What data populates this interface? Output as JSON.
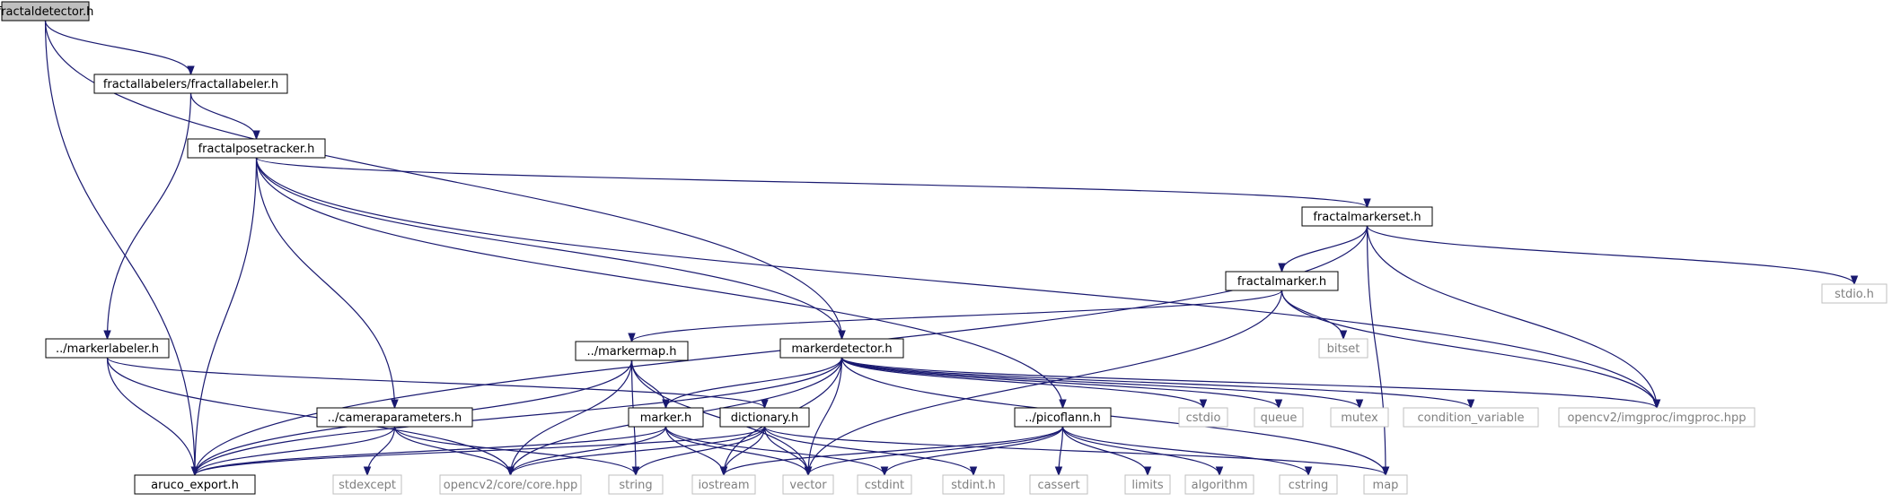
{
  "diagram": {
    "colors": {
      "edge": "#191970",
      "local_border": "#000000",
      "system_border": "#bfbfbf",
      "system_text": "#7f7f7f",
      "root_fill": "#bfbfbf"
    },
    "nodes": [
      {
        "id": "fractaldetector",
        "label": "fractaldetector.h",
        "kind": "root"
      },
      {
        "id": "fractallabeler",
        "label": "fractallabelers/fractallabeler.h",
        "kind": "local"
      },
      {
        "id": "fractalposetracker",
        "label": "fractalposetracker.h",
        "kind": "local"
      },
      {
        "id": "fractalmarkerset",
        "label": "fractalmarkerset.h",
        "kind": "local"
      },
      {
        "id": "stdio",
        "label": "stdio.h",
        "kind": "system"
      },
      {
        "id": "fractalmarker",
        "label": "fractalmarker.h",
        "kind": "local"
      },
      {
        "id": "bitset",
        "label": "bitset",
        "kind": "system"
      },
      {
        "id": "markerlabeler",
        "label": "../markerlabeler.h",
        "kind": "local"
      },
      {
        "id": "markermap",
        "label": "../markermap.h",
        "kind": "local"
      },
      {
        "id": "markerdetector",
        "label": "markerdetector.h",
        "kind": "local"
      },
      {
        "id": "cameraparameters",
        "label": "../cameraparameters.h",
        "kind": "local"
      },
      {
        "id": "marker",
        "label": "marker.h",
        "kind": "local"
      },
      {
        "id": "dictionary",
        "label": "dictionary.h",
        "kind": "local"
      },
      {
        "id": "picoflann",
        "label": "../picoflann.h",
        "kind": "local"
      },
      {
        "id": "cstdio",
        "label": "cstdio",
        "kind": "system"
      },
      {
        "id": "queue",
        "label": "queue",
        "kind": "system"
      },
      {
        "id": "mutex",
        "label": "mutex",
        "kind": "system"
      },
      {
        "id": "condition_variable",
        "label": "condition_variable",
        "kind": "system"
      },
      {
        "id": "imgproc",
        "label": "opencv2/imgproc/imgproc.hpp",
        "kind": "system"
      },
      {
        "id": "aruco_export",
        "label": "aruco_export.h",
        "kind": "local"
      },
      {
        "id": "stdexcept",
        "label": "stdexcept",
        "kind": "system"
      },
      {
        "id": "core",
        "label": "opencv2/core/core.hpp",
        "kind": "system"
      },
      {
        "id": "string",
        "label": "string",
        "kind": "system"
      },
      {
        "id": "iostream",
        "label": "iostream",
        "kind": "system"
      },
      {
        "id": "vector",
        "label": "vector",
        "kind": "system"
      },
      {
        "id": "cstdint",
        "label": "cstdint",
        "kind": "system"
      },
      {
        "id": "stdint",
        "label": "stdint.h",
        "kind": "system"
      },
      {
        "id": "cassert",
        "label": "cassert",
        "kind": "system"
      },
      {
        "id": "limits",
        "label": "limits",
        "kind": "system"
      },
      {
        "id": "algorithm",
        "label": "algorithm",
        "kind": "system"
      },
      {
        "id": "cstring",
        "label": "cstring",
        "kind": "system"
      },
      {
        "id": "map",
        "label": "map",
        "kind": "system"
      }
    ],
    "edges": [
      {
        "from": "fractaldetector",
        "to": "fractallabeler"
      },
      {
        "from": "fractaldetector",
        "to": "aruco_export"
      },
      {
        "from": "fractaldetector",
        "to": "markerdetector"
      },
      {
        "from": "fractallabeler",
        "to": "fractalposetracker"
      },
      {
        "from": "fractallabeler",
        "to": "markerlabeler"
      },
      {
        "from": "fractalposetracker",
        "to": "fractalmarkerset"
      },
      {
        "from": "fractalposetracker",
        "to": "markerdetector"
      },
      {
        "from": "fractalposetracker",
        "to": "picoflann"
      },
      {
        "from": "fractalposetracker",
        "to": "imgproc"
      },
      {
        "from": "fractalposetracker",
        "to": "cameraparameters"
      },
      {
        "from": "fractalposetracker",
        "to": "aruco_export"
      },
      {
        "from": "fractalmarkerset",
        "to": "fractalmarker"
      },
      {
        "from": "fractalmarkerset",
        "to": "stdio"
      },
      {
        "from": "fractalmarkerset",
        "to": "imgproc"
      },
      {
        "from": "fractalmarkerset",
        "to": "map"
      },
      {
        "from": "fractalmarkerset",
        "to": "aruco_export"
      },
      {
        "from": "fractalmarker",
        "to": "markermap"
      },
      {
        "from": "fractalmarker",
        "to": "bitset"
      },
      {
        "from": "fractalmarker",
        "to": "imgproc"
      },
      {
        "from": "fractalmarker",
        "to": "vector"
      },
      {
        "from": "markerlabeler",
        "to": "dictionary"
      },
      {
        "from": "markerlabeler",
        "to": "aruco_export"
      },
      {
        "from": "markerlabeler",
        "to": "core"
      },
      {
        "from": "markermap",
        "to": "marker"
      },
      {
        "from": "markermap",
        "to": "aruco_export"
      },
      {
        "from": "markermap",
        "to": "core"
      },
      {
        "from": "markermap",
        "to": "string"
      },
      {
        "from": "markermap",
        "to": "vector"
      },
      {
        "from": "markerdetector",
        "to": "marker"
      },
      {
        "from": "markerdetector",
        "to": "cstdio"
      },
      {
        "from": "markerdetector",
        "to": "queue"
      },
      {
        "from": "markerdetector",
        "to": "mutex"
      },
      {
        "from": "markerdetector",
        "to": "condition_variable"
      },
      {
        "from": "markerdetector",
        "to": "imgproc"
      },
      {
        "from": "markerdetector",
        "to": "aruco_export"
      },
      {
        "from": "markerdetector",
        "to": "core"
      },
      {
        "from": "markerdetector",
        "to": "iostream"
      },
      {
        "from": "markerdetector",
        "to": "vector"
      },
      {
        "from": "markerdetector",
        "to": "map"
      },
      {
        "from": "cameraparameters",
        "to": "aruco_export"
      },
      {
        "from": "cameraparameters",
        "to": "stdexcept"
      },
      {
        "from": "cameraparameters",
        "to": "core"
      },
      {
        "from": "cameraparameters",
        "to": "string"
      },
      {
        "from": "marker",
        "to": "aruco_export"
      },
      {
        "from": "marker",
        "to": "core"
      },
      {
        "from": "marker",
        "to": "iostream"
      },
      {
        "from": "marker",
        "to": "vector"
      },
      {
        "from": "marker",
        "to": "cstdint"
      },
      {
        "from": "dictionary",
        "to": "aruco_export"
      },
      {
        "from": "dictionary",
        "to": "core"
      },
      {
        "from": "dictionary",
        "to": "string"
      },
      {
        "from": "dictionary",
        "to": "iostream"
      },
      {
        "from": "dictionary",
        "to": "vector"
      },
      {
        "from": "dictionary",
        "to": "stdint"
      },
      {
        "from": "dictionary",
        "to": "map"
      },
      {
        "from": "picoflann",
        "to": "cassert"
      },
      {
        "from": "picoflann",
        "to": "limits"
      },
      {
        "from": "picoflann",
        "to": "algorithm"
      },
      {
        "from": "picoflann",
        "to": "cstring"
      },
      {
        "from": "picoflann",
        "to": "vector"
      },
      {
        "from": "picoflann",
        "to": "iostream"
      },
      {
        "from": "picoflann",
        "to": "cstdint"
      }
    ]
  }
}
